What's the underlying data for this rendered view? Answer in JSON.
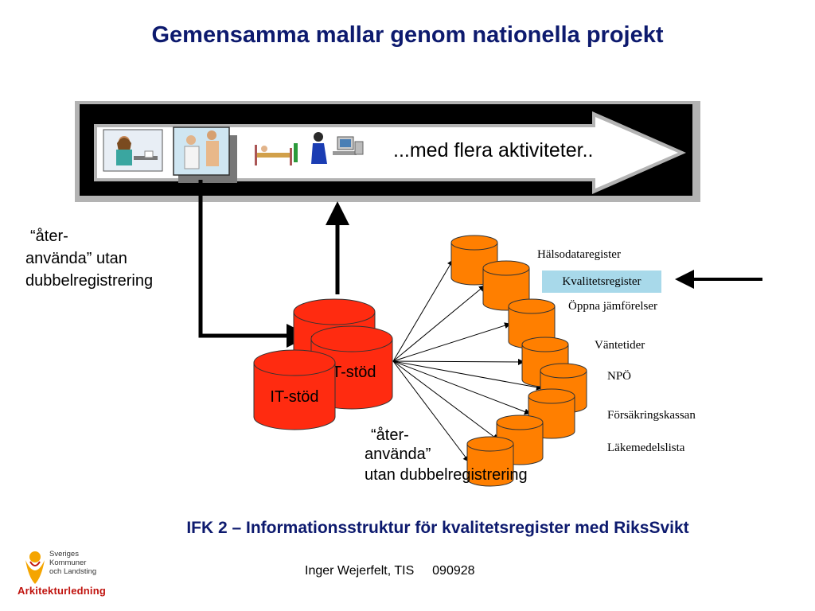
{
  "title": "Gemensamma mallar genom nationella projekt",
  "banner_text": "...med flera aktiviteter..",
  "reuse_left": [
    "“åter-",
    "använda” utan",
    "dubbelregistrering"
  ],
  "reuse_bottom": [
    "“åter-",
    "använda”",
    "utan dubbelregistrering"
  ],
  "it_stod": [
    "IT-stöd",
    "IT-stöd",
    "IT-stöd"
  ],
  "registers": {
    "halsodata": "Hälsodataregister",
    "kvalitet": "Kvalitetsregister",
    "oppna": "Öppna jämförelser",
    "vantetider": "Väntetider",
    "npo": "NPÖ",
    "forsakring": "Försäkringskassan",
    "lakemedel": "Läkemedelslista"
  },
  "caption": "IFK 2 – Informationsstruktur för kvalitetsregister med RiksSvikt",
  "footer": {
    "author": "Inger Wejerfelt, TIS",
    "date": "090928"
  },
  "logo": {
    "lines": [
      "Sveriges",
      "Kommuner",
      "och Landsting"
    ],
    "tag": "Arkitekturledning"
  },
  "colors": {
    "title": "#0d1a6e",
    "cylinder": "#ff7f00",
    "it_cylinder": "#ff2b10",
    "highlight": "#a8d9ea"
  }
}
